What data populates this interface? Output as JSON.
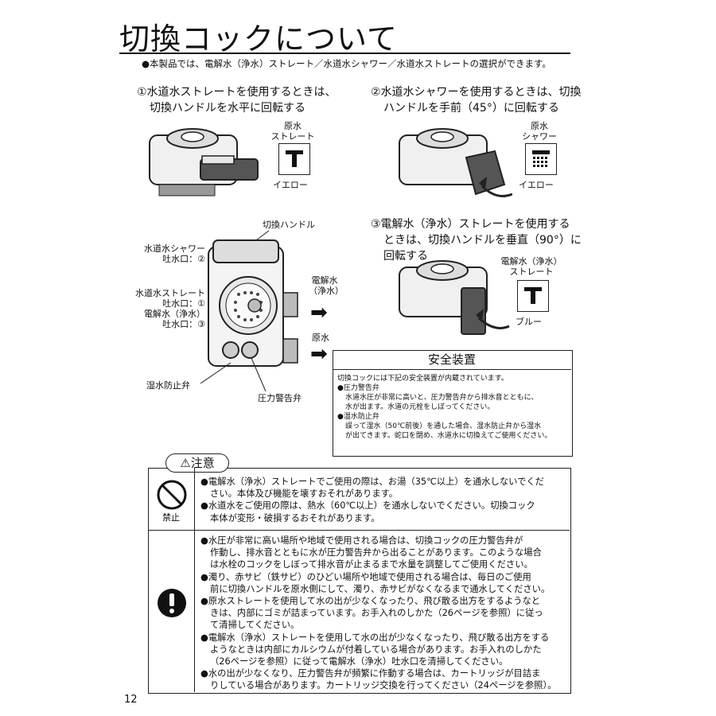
{
  "title": "切換コックについて",
  "intro": "●本製品では、電解水（浄水）ストレート／水道水シャワー／水道水ストレートの選択ができます。",
  "step1": {
    "line1": "①水道水ストレートを使用するときは、",
    "line2": "切換ハンドルを水平に回転する",
    "icon_label1": "原水",
    "icon_label2": "ストレート",
    "icon_color": "イエロー"
  },
  "step2": {
    "line1": "②水道水シャワーを使用するときは、切換",
    "line2": "ハンドルを手前（45°）に回転する",
    "icon_label1": "原水",
    "icon_label2": "シャワー",
    "icon_color": "イエロー"
  },
  "step3": {
    "line1": "③電解水（浄水）ストレートを使用する",
    "line2": "ときは、切換ハンドルを垂直（90°）に",
    "line3": "回転する",
    "icon_label1": "電解水（浄水）",
    "icon_label2": "ストレート",
    "icon_color": "ブルー"
  },
  "diagram": {
    "handle": "切換ハンドル",
    "shower_1": "水道水シャワー",
    "shower_2": "吐水口：②",
    "straight_1": "水道水ストレート",
    "straight_2": "吐水口：①",
    "electro_1": "電解水（浄水）",
    "electro_2": "吐水口：③",
    "out_1": "電解水",
    "out_2": "（浄水）",
    "raw": "原水",
    "hot_valve": "湿水防止弁",
    "pressure_valve": "圧力警告弁"
  },
  "safety": {
    "title": "安全装置",
    "lead": "切換コックには下記の安全装置が内蔵されています。",
    "item1_head": "●圧力警告弁",
    "item1_l1": "水道水圧が非常に高いと、圧力警告弁から排水音とともに、",
    "item1_l2": "水が出ます。水道の元栓をしぼってください。",
    "item2_head": "●湿水防止弁",
    "item2_l1": "誤って湿水（50℃前後）を通した場合、湿水防止弁から湿水",
    "item2_l2": "が出てきます。蛇口を閉め、水道水に切換えてご使用ください。"
  },
  "caution": {
    "label": "⚠注意",
    "prohibit_label": "禁止",
    "p1_l1": "●電解水（浄水）ストレートでご使用の際は、お湯（35℃以上）を通水しないでくだ",
    "p1_l2": "さい。本体及び機能を壊すおそれがあります。",
    "p2_l1": "●水道水をご使用の際は、熱水（60℃以上）を通水しないでください。切換コック",
    "p2_l2": "本体が変形・破損するおそれがあります。",
    "m1_l1": "●水圧が非常に高い場所や地域で使用される場合は、切換コックの圧力警告弁が",
    "m1_l2": "作動し、排水音とともに水が圧力警告弁から出ることがあります。このような場合",
    "m1_l3": "は水栓のコックをしぼって排水音が止まるまで水量を調整してご使用ください。",
    "m2_l1": "●濁り、赤サビ（鉄サビ）のひどい場所や地域で使用される場合は、毎日のご使用",
    "m2_l2": "前に切換ハンドルを原水側にして、濁り、赤サビがなくなるまで通水してください。",
    "m3_l1": "●原水ストレートを使用して水の出が少なくなったり、飛び散る出方をするようなと",
    "m3_l2": "きは、内部にゴミが詰まっています。お手入れのしかた（26ページを参照）に従っ",
    "m3_l3": "て清掃してください。",
    "m4_l1": "●電解水（浄水）ストレートを使用して水の出が少なくなったり、飛び散る出方をする",
    "m4_l2": "ようなときは内部にカルシウムが付着している場合があります。お手入れのしかた",
    "m4_l3": "（26ページを参照）に従って電解水（浄水）吐水口を清掃してください。",
    "m5_l1": "●水の出が少なくなり、圧力警告弁が頻繁に作動する場合は、カートリッジが目詰ま",
    "m5_l2": "りしている場合があります。カートリッジ交換を行ってください（24ページを参照）。"
  },
  "page_number": "12"
}
